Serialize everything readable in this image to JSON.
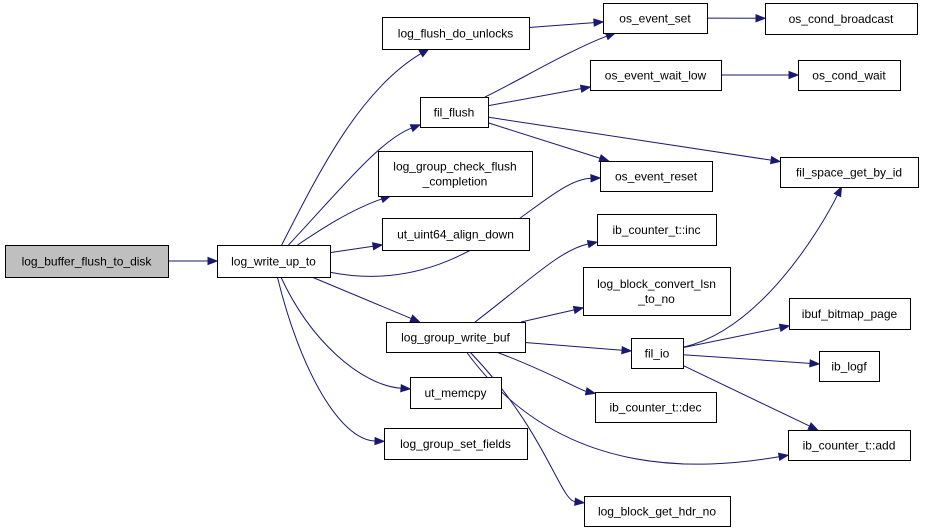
{
  "diagram": {
    "nodes": {
      "log_buffer_flush_to_disk": [
        "log_buffer_flush_to_disk"
      ],
      "log_write_up_to": [
        "log_write_up_to"
      ],
      "log_flush_do_unlocks": [
        "log_flush_do_unlocks"
      ],
      "fil_flush": [
        "fil_flush"
      ],
      "log_group_check_flush_completion": [
        "log_group_check_flush",
        "_completion"
      ],
      "ut_uint64_align_down": [
        "ut_uint64_align_down"
      ],
      "log_group_write_buf": [
        "log_group_write_buf"
      ],
      "ut_memcpy": [
        "ut_memcpy"
      ],
      "log_group_set_fields": [
        "log_group_set_fields"
      ],
      "os_event_set": [
        "os_event_set"
      ],
      "os_event_wait_low": [
        "os_event_wait_low"
      ],
      "os_event_reset": [
        "os_event_reset"
      ],
      "ib_counter_t_inc": [
        "ib_counter_t::inc"
      ],
      "log_block_convert_lsn_to_no": [
        "log_block_convert_lsn",
        "_to_no"
      ],
      "fil_io": [
        "fil_io"
      ],
      "ib_counter_t_dec": [
        "ib_counter_t::dec"
      ],
      "log_block_get_hdr_no": [
        "log_block_get_hdr_no"
      ],
      "os_cond_broadcast": [
        "os_cond_broadcast"
      ],
      "os_cond_wait": [
        "os_cond_wait"
      ],
      "fil_space_get_by_id": [
        "fil_space_get_by_id"
      ],
      "ibuf_bitmap_page": [
        "ibuf_bitmap_page"
      ],
      "ib_logf": [
        "ib_logf"
      ],
      "ib_counter_t_add": [
        "ib_counter_t::add"
      ]
    },
    "highlighted_node": "log_buffer_flush_to_disk",
    "edge_color": "#191970",
    "root_fill": "#bfbfbf",
    "edges": [
      [
        "log_buffer_flush_to_disk",
        "log_write_up_to"
      ],
      [
        "log_write_up_to",
        "log_flush_do_unlocks"
      ],
      [
        "log_write_up_to",
        "fil_flush"
      ],
      [
        "log_write_up_to",
        "log_group_check_flush_completion"
      ],
      [
        "log_write_up_to",
        "ut_uint64_align_down"
      ],
      [
        "log_write_up_to",
        "os_event_reset"
      ],
      [
        "log_write_up_to",
        "log_group_write_buf"
      ],
      [
        "log_write_up_to",
        "ut_memcpy"
      ],
      [
        "log_write_up_to",
        "log_group_set_fields"
      ],
      [
        "log_flush_do_unlocks",
        "os_event_set"
      ],
      [
        "os_event_set",
        "os_cond_broadcast"
      ],
      [
        "fil_flush",
        "os_event_set"
      ],
      [
        "fil_flush",
        "os_event_wait_low"
      ],
      [
        "fil_flush",
        "fil_space_get_by_id"
      ],
      [
        "fil_flush",
        "os_event_reset"
      ],
      [
        "os_event_wait_low",
        "os_cond_wait"
      ],
      [
        "log_group_write_buf",
        "ib_counter_t_inc"
      ],
      [
        "log_group_write_buf",
        "log_block_convert_lsn_to_no"
      ],
      [
        "log_group_write_buf",
        "fil_io"
      ],
      [
        "log_group_write_buf",
        "ib_counter_t_dec"
      ],
      [
        "log_group_write_buf",
        "ib_counter_t_add"
      ],
      [
        "log_group_write_buf",
        "log_block_get_hdr_no"
      ],
      [
        "fil_io",
        "fil_space_get_by_id"
      ],
      [
        "fil_io",
        "ibuf_bitmap_page"
      ],
      [
        "fil_io",
        "ib_logf"
      ],
      [
        "fil_io",
        "ib_counter_t_add"
      ]
    ]
  }
}
